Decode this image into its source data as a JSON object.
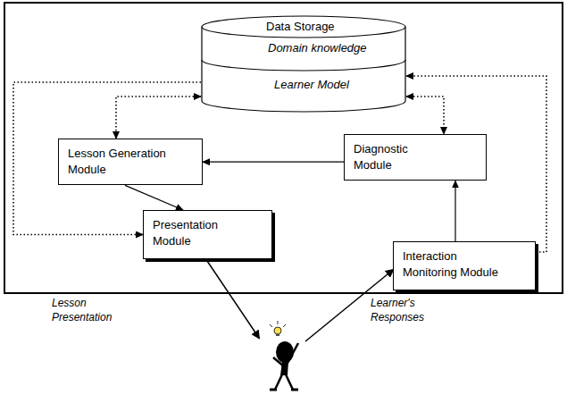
{
  "diagram": {
    "nodes": [
      {
        "text": [
          "Data Storage",
          "Domain knowledge",
          "Learner Model"
        ]
      },
      {
        "text": [
          "Lesson Generation Module"
        ]
      },
      {
        "text": [
          "Diagnostic Module"
        ]
      },
      {
        "text": [
          "Presentation Module"
        ]
      },
      {
        "text": [
          "Interaction Monitoring Module"
        ]
      }
    ],
    "edges": [
      {
        "from": 2,
        "to": 1,
        "arrow": "to"
      },
      {
        "from": 1,
        "to": 3,
        "arrow": "to"
      },
      {
        "from": 4,
        "to": 2,
        "arrow": "to"
      },
      {
        "from": 0,
        "to": 1,
        "arrow": "both"
      },
      {
        "from": 0,
        "to": 2,
        "arrow": "both"
      },
      {
        "from": 0,
        "to": 3,
        "arrow": "to"
      },
      {
        "from": 4,
        "to": 0,
        "arrow": "to"
      }
    ],
    "labels": [
      "Lesson Presentation",
      "Learner's Responses"
    ]
  }
}
